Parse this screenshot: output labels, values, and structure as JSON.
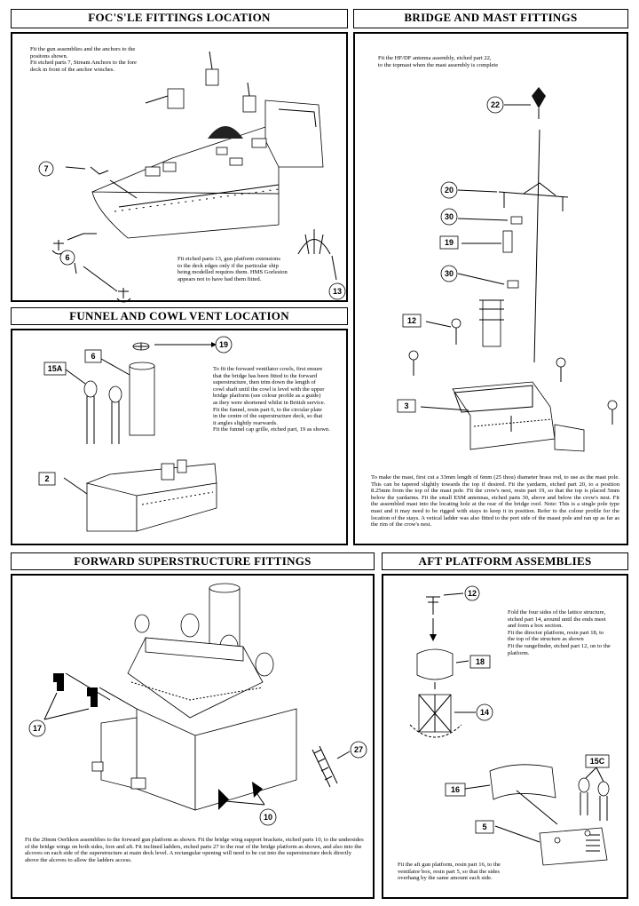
{
  "focsle": {
    "title": "FOC'S'LE FITTINGS LOCATION",
    "text1": "Fit the gun assemblies and the anchors to the\npositons shown.\nFit etched parts 7, Stream Anchors to the fore\ndeck in front of the anchor winches.",
    "text2": "Fit etched parts 13, gun platform extensions\nto the deck edges only if the particular ship\nbeing modelled requires them. HMS Gorleston\nappears not to have had them fitted.",
    "callouts": [
      "7",
      "6",
      "13"
    ]
  },
  "bridge": {
    "title": "BRIDGE AND MAST FITTINGS",
    "text1": "Fit the HF/DF antenna assembly, etched part 22,\nto the topmast when the mast assembly is complete",
    "text2": "To make the mast, first cut a 33mm length of 6mm (25 thou) diameter brass rod, to use as the mast pole. This can be tapered slightly towards the top if desired. Fit the yardarm, etched part 20, to a position 8.25mm from the top of the mast pole. Fit the crow's nest, resin part 19, so that the top is placed 5mm below the yardarms. Fit the small ESM antennas, etched parts 30, above and below the crow's nest. Fit the assembled mast into the locating hole at the rear of the bridge roof. Note: This is a single pole type mast and it may need to be rigged with stays to keep it in position. Refer to the colour profile for the location of the stays. A vetical ladder was also fitted to the port side of the maast pole and ran up as far as the rim of the crow's nest.",
    "callouts": [
      "22",
      "20",
      "30",
      "19",
      "30",
      "12",
      "3"
    ]
  },
  "funnel": {
    "title": "FUNNEL AND COWL VENT LOCATION",
    "text1": "To fit the forward ventilator cowls, first ensure\nthat the bridge has been fitted to the forward\nsuperstructure, then trim down the length of\ncowl shaft until the cowl is level with the upper\nbridge platform (see colour profile as a guide)\nas they were shortened whilst in British service.\nFit the funnel, resin part 6, to the circular plate\nin the centre of the superstructure deck, so that\nit angles slightly rearwards.\nFit the funnel cap grille, etched part, 19 as shown.",
    "callouts": [
      "19",
      "15A",
      "6",
      "2"
    ]
  },
  "forward": {
    "title": "FORWARD SUPERSTRUCTURE FITTINGS",
    "text1": "Fit the 20mm Oerlikon assemblies to the forward gun platform as shown. Fit the bridge wing support brackets, etched parts 10, to the undersides of the bridge wings on both sides, fore and aft.\nFit inclined ladders, etched parts 27 to the rear of the bridge platform as shown, and also into the alcoves on each side of the superstructure at main deck level. A rectangular opening will need to be cut into the superstructure deck directly above the alcoves to allow the ladders access.",
    "callouts": [
      "17",
      "27",
      "10"
    ]
  },
  "aft": {
    "title": "AFT PLATFORM ASSEMBLIES",
    "text1": "Fold the four sides of the lattice structure,\netched part 14, around until the ends meet\nand form a box section.\nFit the director platform, resin part 18, to\nthe top of the structure as shown\nFit the rangefinder, etched part 12, on to the\nplatform.",
    "text2": "Fit the aft gun platform, resin part 16, to the\nventilator box, resin part 5, so that the sides\noverhang by the same amount each side.",
    "callouts": [
      "12",
      "18",
      "14",
      "15C",
      "16",
      "5"
    ]
  }
}
